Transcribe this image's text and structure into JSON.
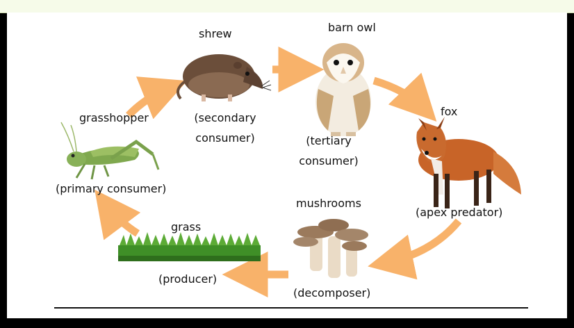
{
  "nodes": {
    "shrew": {
      "name": "shrew",
      "role_line1": "(secondary",
      "role_line2": "consumer)"
    },
    "barn_owl": {
      "name": "barn owl",
      "role_line1": "(tertiary",
      "role_line2": "consumer)"
    },
    "fox": {
      "name": "fox",
      "role": "(apex predator)"
    },
    "mushrooms": {
      "name": "mushrooms",
      "role": "(decomposer)"
    },
    "grass": {
      "name": "grass",
      "role": "(producer)"
    },
    "grasshopper": {
      "name": "grasshopper",
      "role": "(primary consumer)"
    }
  },
  "colors": {
    "arrow": "#f8b26a",
    "frame": "#000000",
    "background": "#ffffff"
  },
  "arrows": [
    "grasshopper-to-shrew",
    "shrew-to-barn-owl",
    "barn-owl-to-fox",
    "fox-to-mushrooms",
    "mushrooms-to-grass",
    "grass-to-grasshopper"
  ]
}
